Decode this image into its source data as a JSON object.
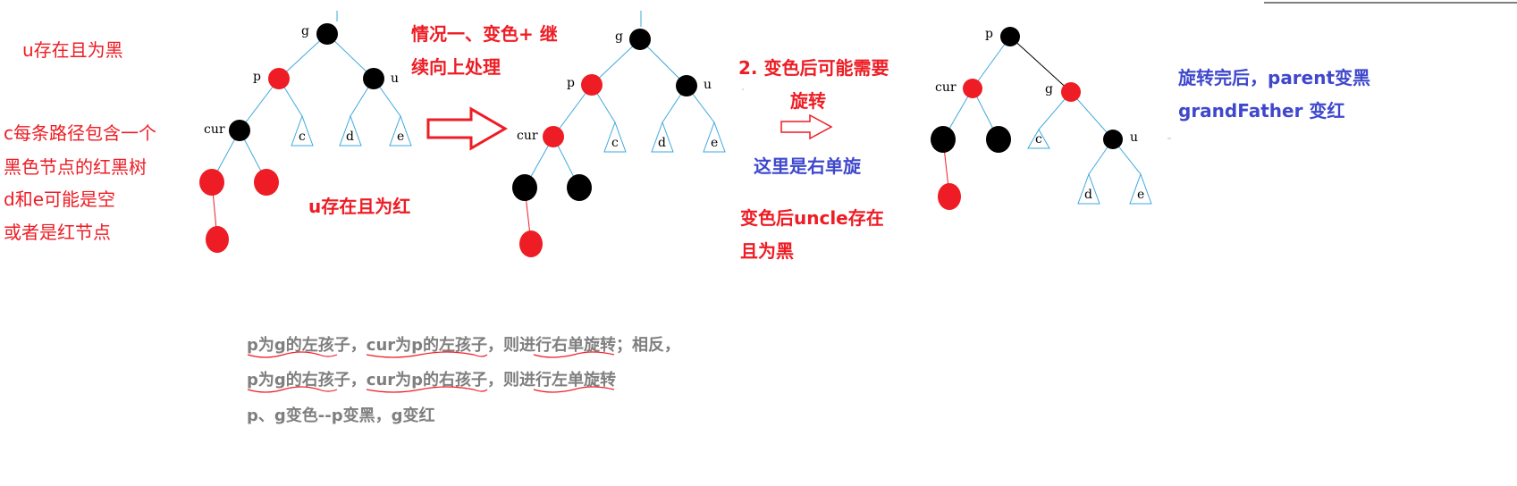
{
  "left_notes": {
    "title": "u存在且为黑",
    "lines": [
      "c每条路径包含一个",
      "黑色节点的红黑树",
      "d和e可能是空",
      "或者是红节点"
    ]
  },
  "case_labels": {
    "case1_line1": "情况一、变色+ 继",
    "case1_line2": "续向上处理",
    "u_red": "u存在且为红",
    "step2_line1": "2. 变色后可能需要",
    "step2_line2": "旋转",
    "right_rotate": "这里是右单旋",
    "after_line1": "变色后uncle存在",
    "after_line2": "且为黑",
    "result_line1": "旋转完后，parent变黑",
    "result_line2": "grandFather 变红"
  },
  "bottom_notes": {
    "line1": "p为g的左孩子，cur为p的左孩子，则进行右单旋转；相反，",
    "line2": "p为g的右孩子，cur为p的右孩子，则进行左单旋转",
    "line3": "p、g变色--p变黑，g变红"
  },
  "tree1": {
    "labels": {
      "g": "g",
      "p": "p",
      "u": "u",
      "cur": "cur",
      "c": "c",
      "d": "d",
      "e": "e"
    },
    "colors": {
      "g": "black",
      "p": "red",
      "u": "black",
      "cur": "black",
      "cl": "red",
      "cr": "red",
      "cll": "red"
    }
  },
  "tree2": {
    "labels": {
      "g": "g",
      "p": "p",
      "u": "u",
      "cur": "cur",
      "c": "c",
      "d": "d",
      "e": "e"
    },
    "colors": {
      "g": "black",
      "p": "red",
      "u": "black",
      "cur": "red",
      "cl": "black",
      "cr": "black",
      "cll": "red"
    }
  },
  "tree3": {
    "labels": {
      "p": "p",
      "cur": "cur",
      "g": "g",
      "u": "u",
      "c": "c",
      "d": "d",
      "e": "e"
    },
    "colors": {
      "p": "black",
      "cur": "red",
      "g": "red",
      "u": "black",
      "cl": "black",
      "cr": "black",
      "cll": "red"
    }
  },
  "colors": {
    "red_node": "#ee1c24",
    "black_node": "#000000",
    "edge_blue": "#3fa9dc",
    "text_red": "#ee1c24",
    "text_blue": "#3f48cc",
    "text_gray": "#7f7f7f"
  }
}
